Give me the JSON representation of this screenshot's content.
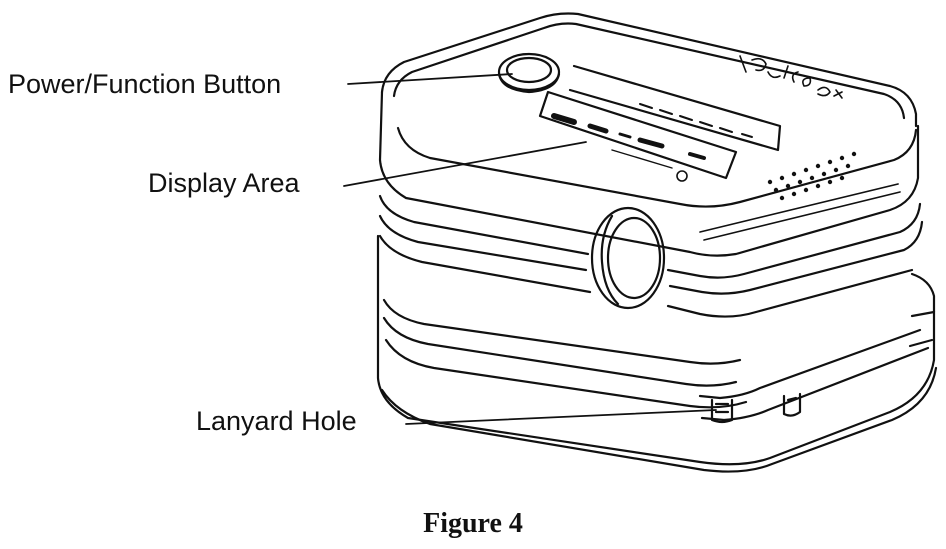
{
  "figure": {
    "caption": "Figure 4",
    "brand_logo": "iPulseOx"
  },
  "callouts": {
    "power_function_button": "Power/Function Button",
    "display_area": "Display Area",
    "lanyard_hole": "Lanyard Hole"
  }
}
